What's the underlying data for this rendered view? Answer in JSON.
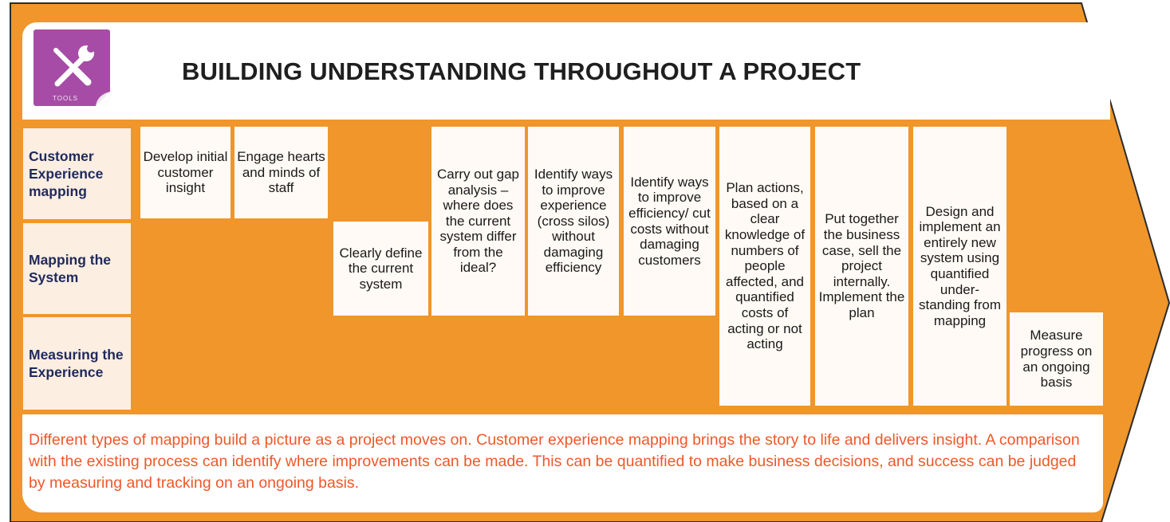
{
  "title": "BUILDING UNDERSTANDING THROUGHOUT A PROJECT",
  "logo": {
    "icon": "tools-icon",
    "label": "TOOLS",
    "color": "#a64ca6"
  },
  "colors": {
    "arrow": "#f0962a",
    "label_bg": "#fdeee2",
    "summary_text": "#f0572a"
  },
  "row_labels": [
    "Customer Experience mapping",
    "Mapping the System",
    "Measuring the Experience"
  ],
  "steps": [
    "Develop initial customer insight",
    "Engage hearts and minds of staff",
    "Clearly define the current system",
    "Carry out gap analysis – where does the current system differ from the ideal?",
    "Identify ways to improve experience (cross silos) without damaging efficiency",
    "Identify ways to improve efficiency/ cut costs without damaging customers",
    "Plan actions, based on a clear knowledge of numbers of people affected, and quantified costs of acting or not acting",
    "Put together the business case, sell the project internally. Implement the plan",
    "Design and implement an entirely new system using quantified under-standing from mapping",
    "Measure progress on an ongoing basis"
  ],
  "summary": "Different types of mapping build a picture as a project moves on.  Customer experience mapping brings the story to life and delivers insight.  A comparison with the existing process can identify where improvements can be made.  This can be quantified to make business decisions, and success can be judged by measuring and tracking on an ongoing basis."
}
